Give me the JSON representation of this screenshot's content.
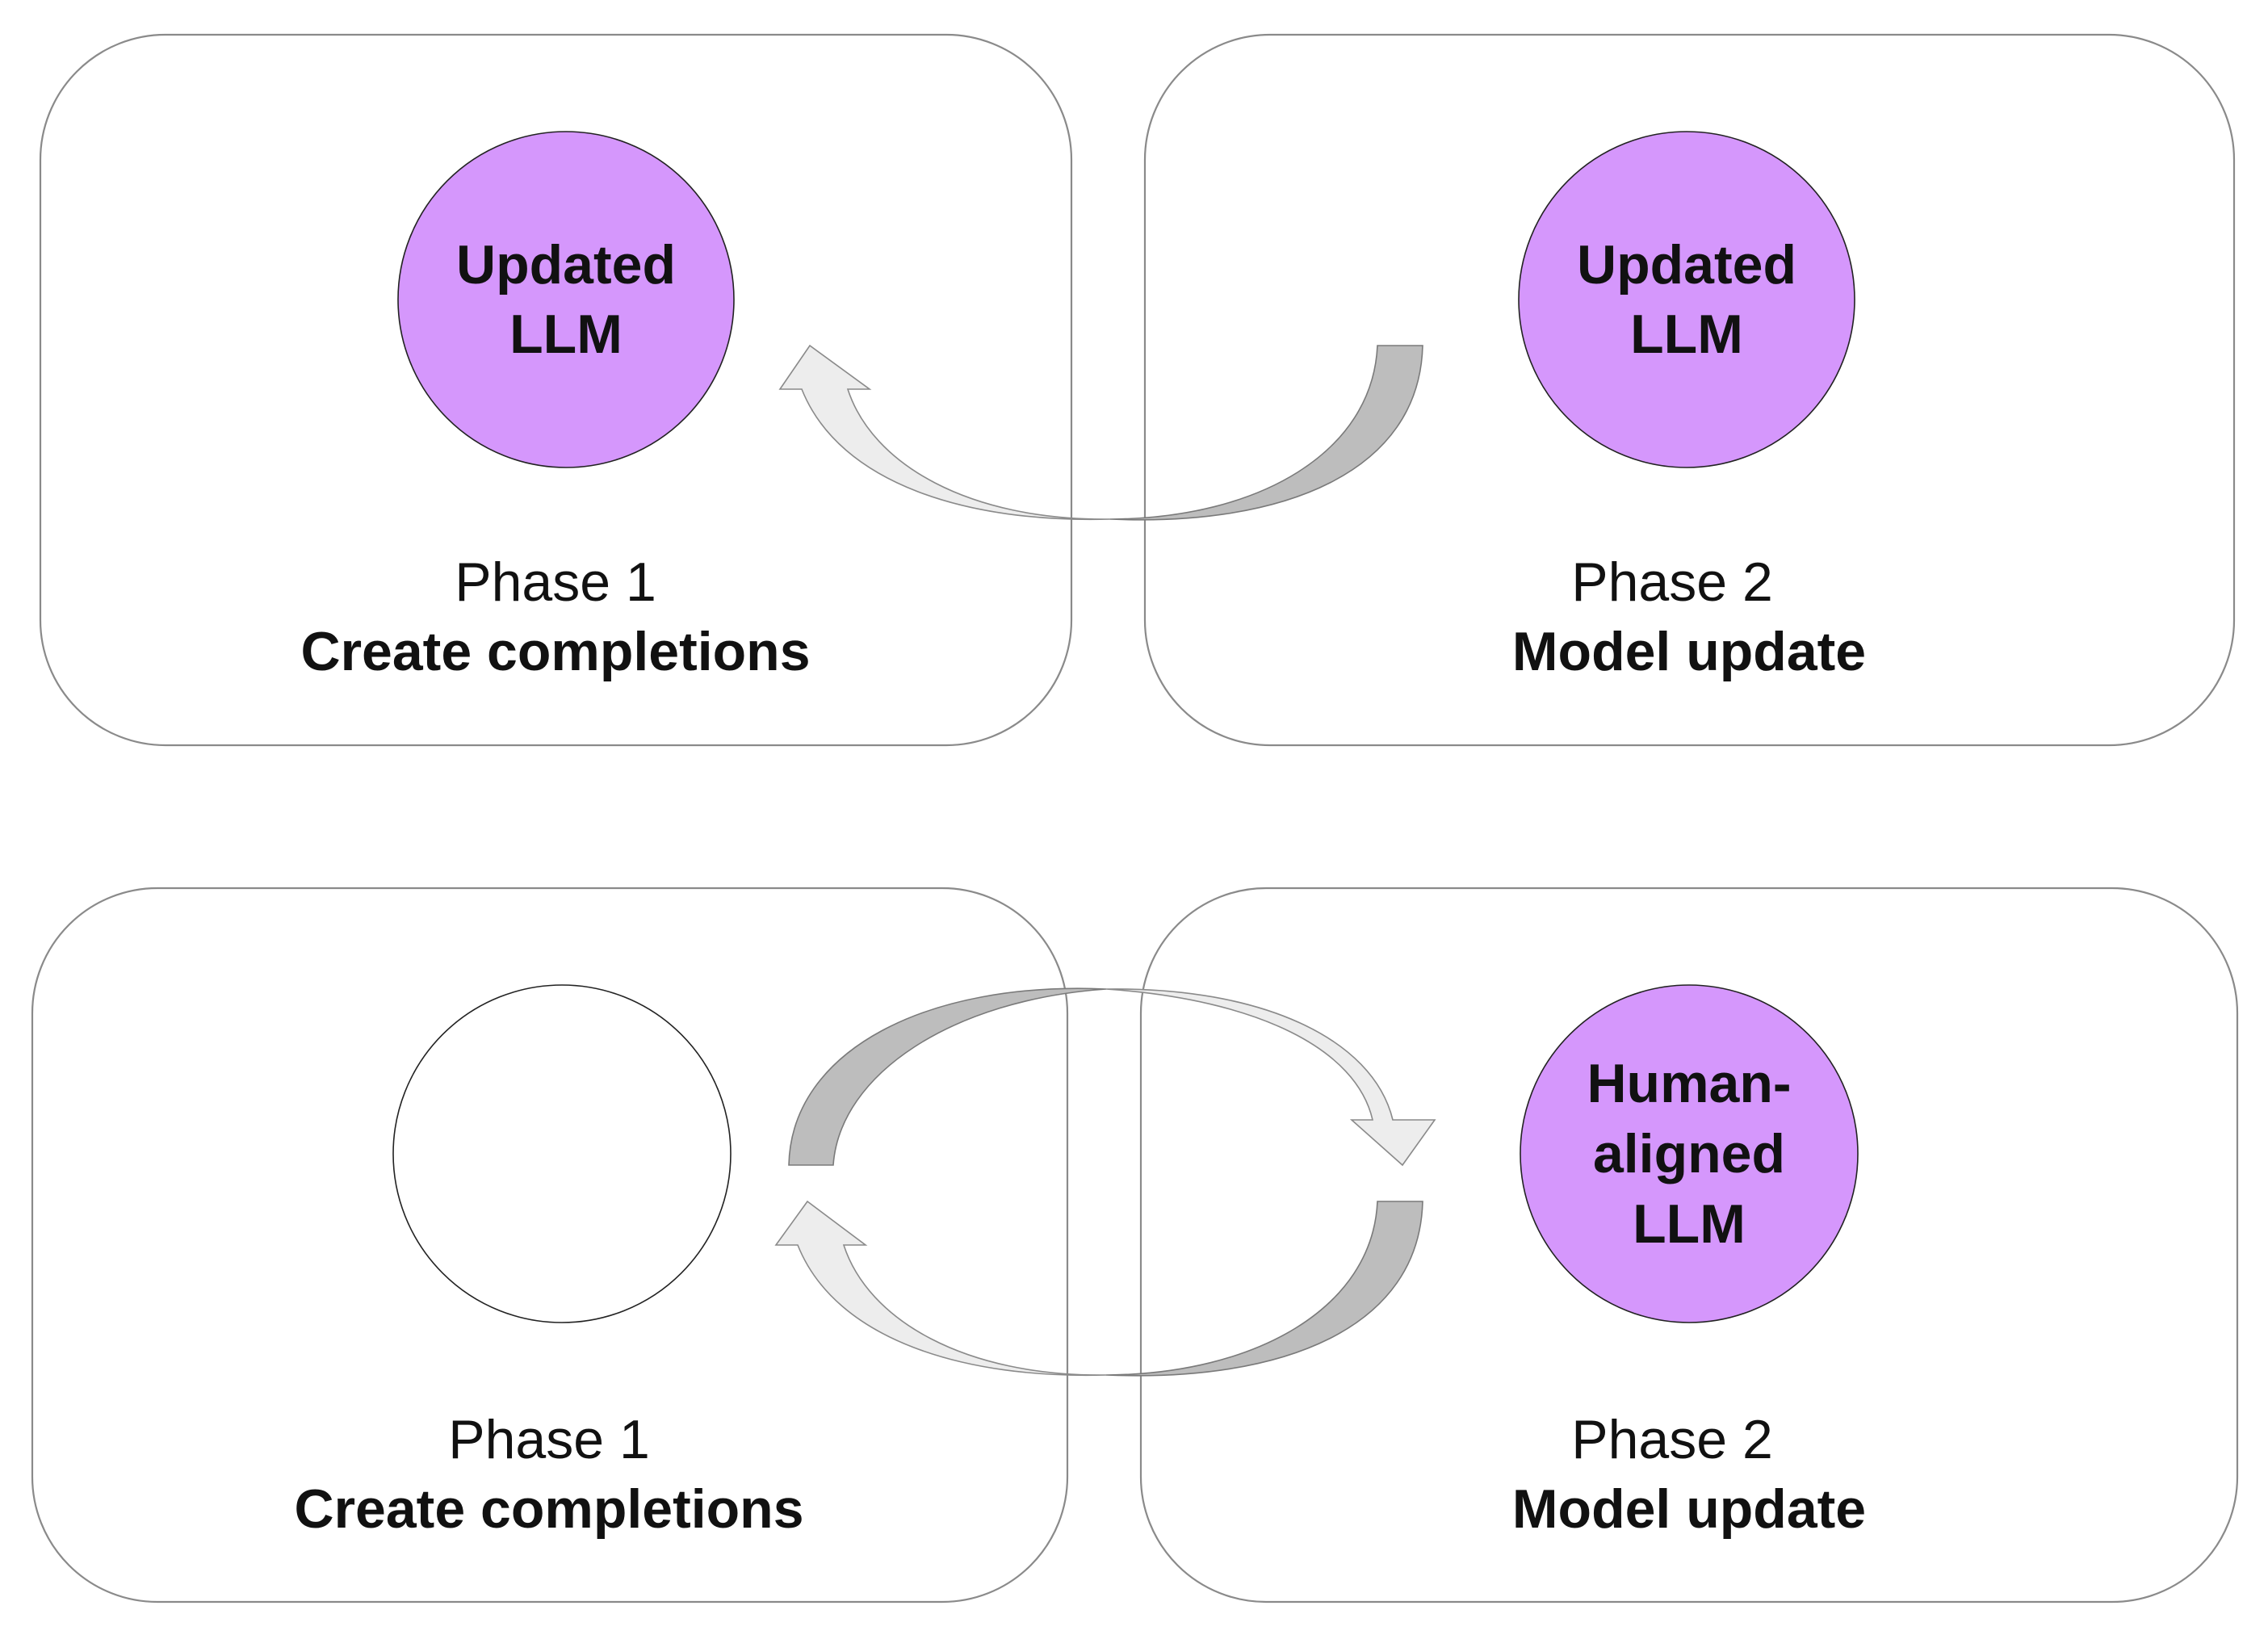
{
  "top": {
    "left_panel": {
      "circle_lines": [
        "Updated",
        "LLM"
      ],
      "phase": "Phase 1",
      "step": "Create completions"
    },
    "right_panel": {
      "circle_lines": [
        "Updated",
        "LLM"
      ],
      "phase": "Phase 2",
      "step": "Model update"
    }
  },
  "bottom": {
    "left_panel": {
      "circle_lines": [],
      "phase": "Phase 1",
      "step": "Create completions"
    },
    "right_panel": {
      "circle_lines": [
        "Human-",
        "aligned",
        "LLM"
      ],
      "phase": "Phase 2",
      "step": "Model update"
    }
  },
  "colors": {
    "llm_circle": "#d597fc",
    "arrow_light": "#ededed",
    "arrow_dark": "#bdbdbd",
    "panel_border": "#8a8a8a"
  }
}
